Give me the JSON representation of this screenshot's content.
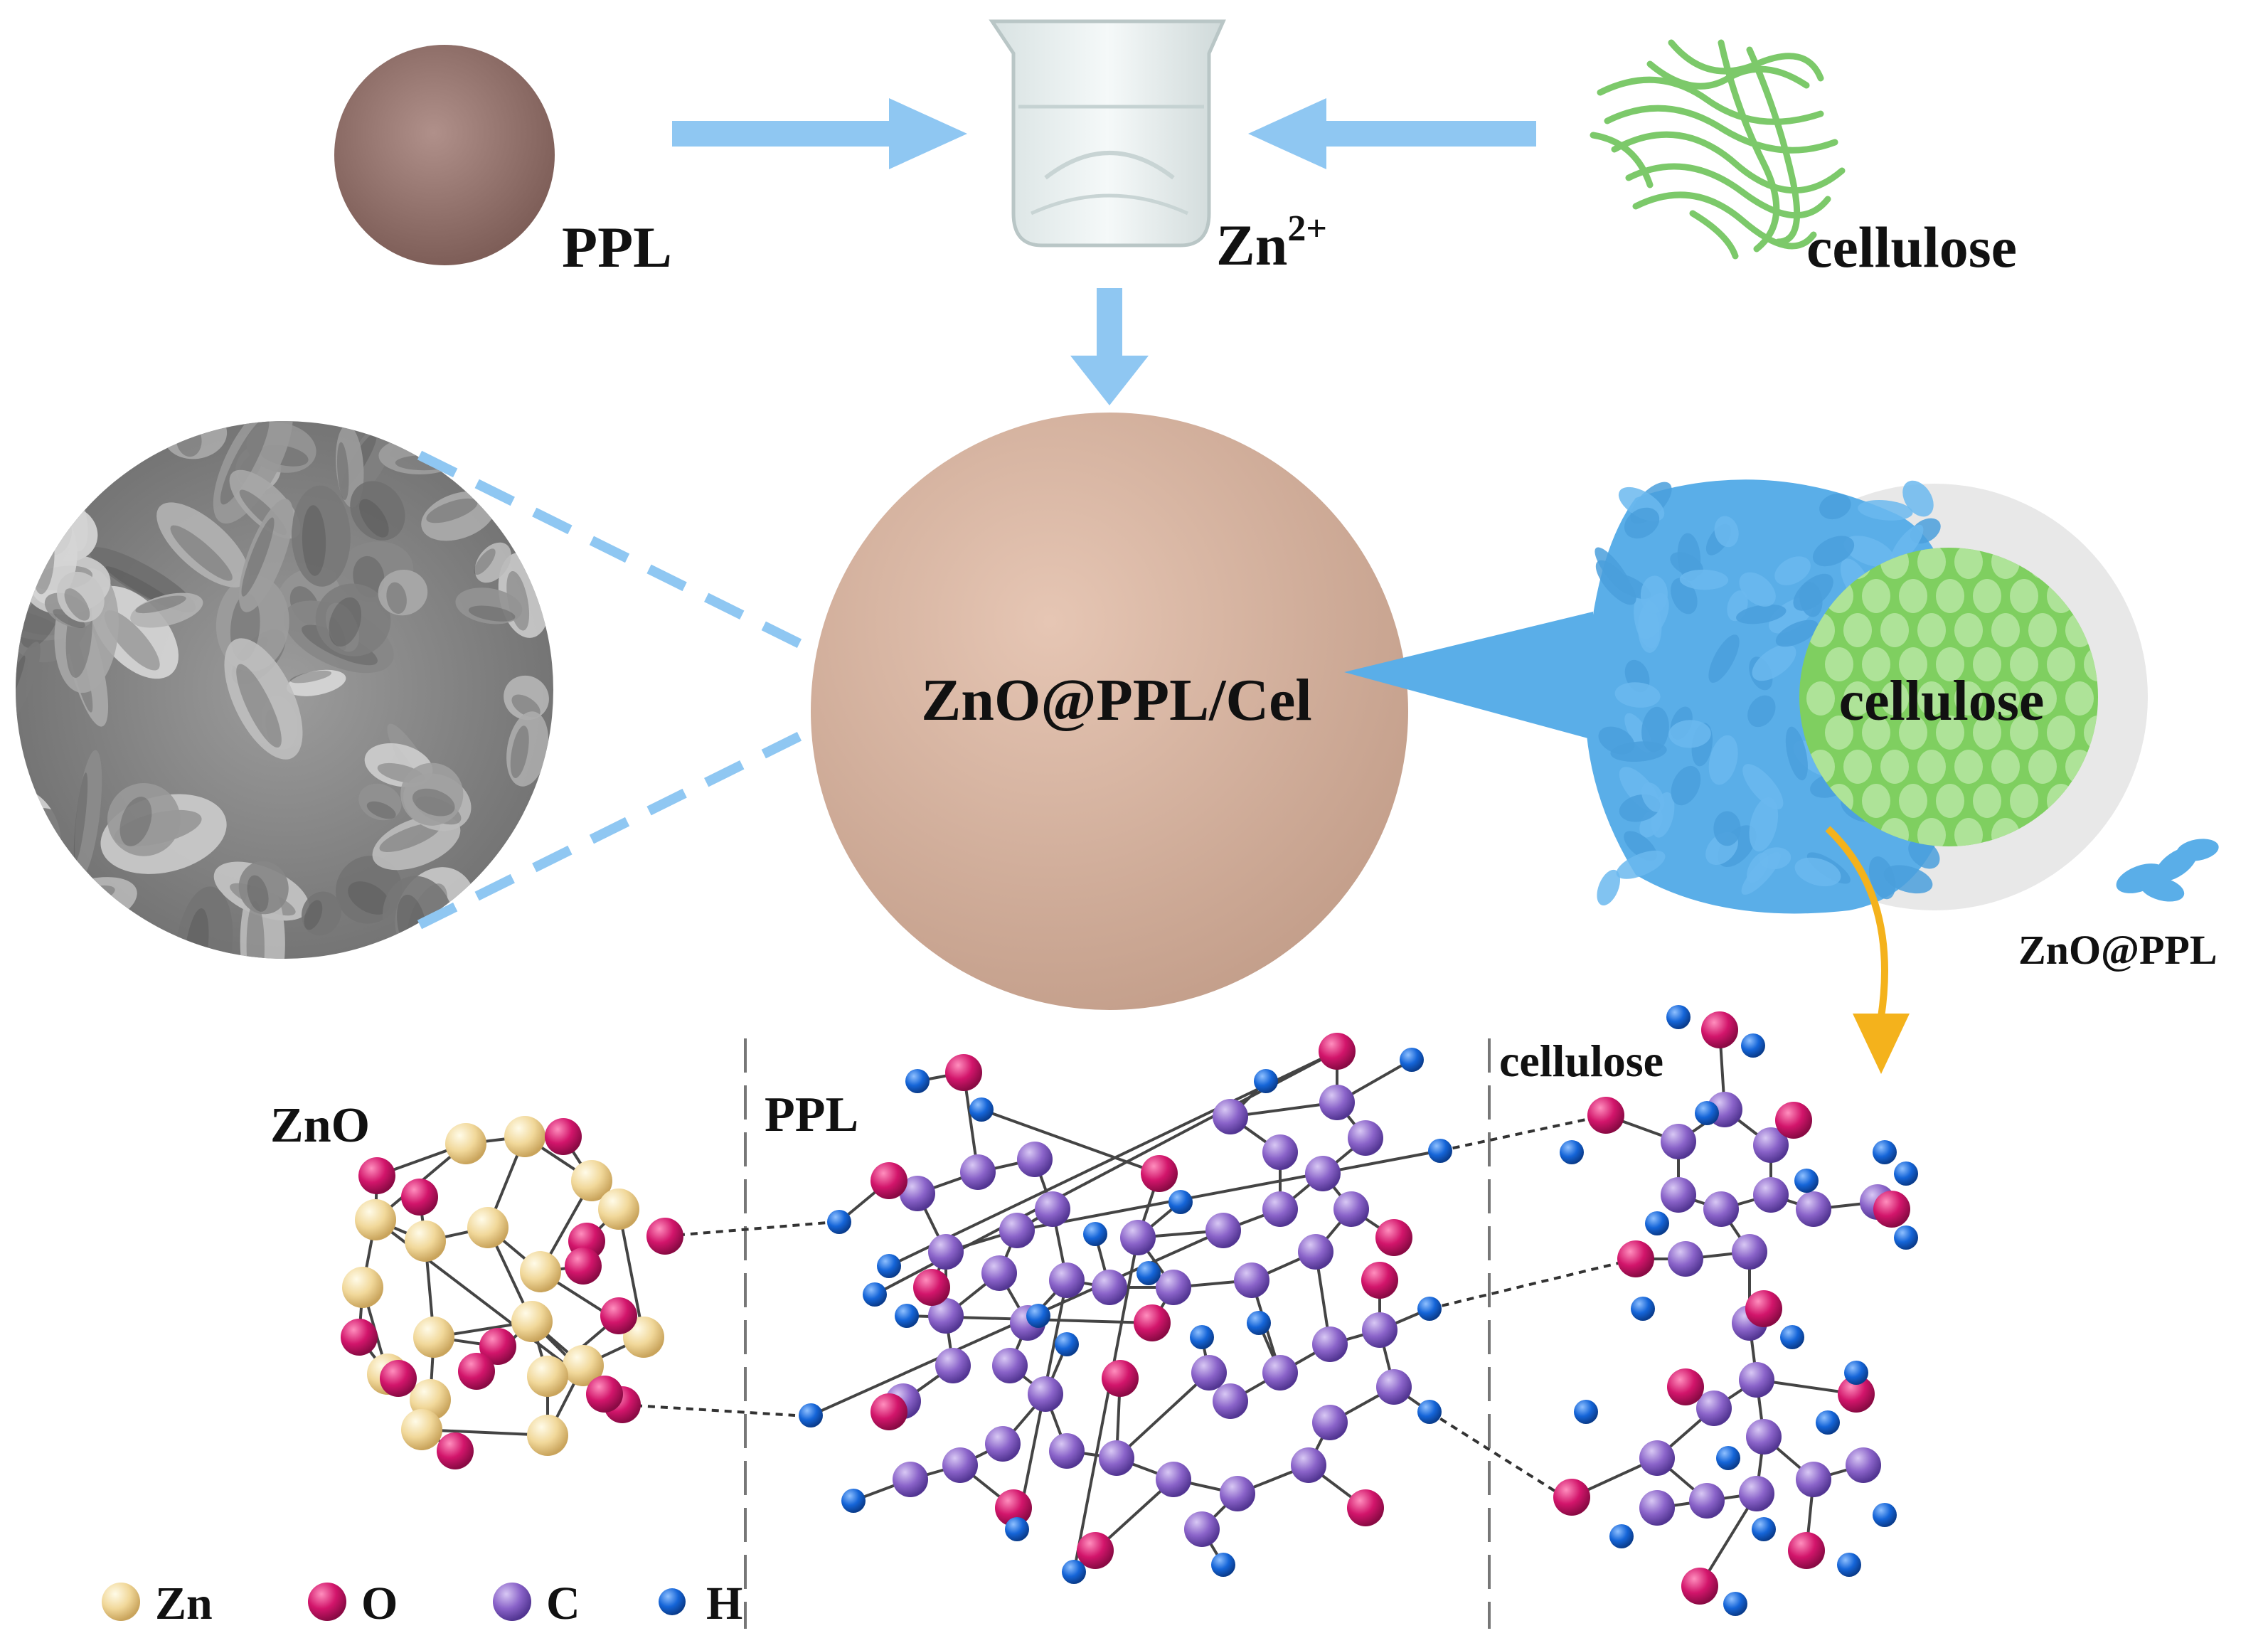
{
  "labels": {
    "ppl": "PPL",
    "zn_ion": "Zn",
    "zn_ion_charge": "2+",
    "cellulose_top": "cellulose",
    "composite": "ZnO@PPL/Cel",
    "cellulose_core": "cellulose",
    "zno_ppl": "ZnO@PPL",
    "zno_panel": "ZnO",
    "ppl_panel": "PPL",
    "cellulose_panel": "cellulose"
  },
  "legend": [
    {
      "symbol": "zn",
      "label": "Zn",
      "color": "#f1d89a"
    },
    {
      "symbol": "o",
      "label": "O",
      "color": "#d2156b"
    },
    {
      "symbol": "c",
      "label": "C",
      "color": "#8a63c9"
    },
    {
      "symbol": "h",
      "label": "H",
      "color": "#1565d8"
    }
  ],
  "colors": {
    "arrow": "#8fc7f2",
    "dashed_link": "#8fc7f2",
    "zno_coating": "#5aaee8",
    "cellulose_green": "#7fcf60",
    "ppl_powder": "#9a7a72",
    "composite_powder": "#d9b7a4",
    "orange_arrow": "#f4b21c",
    "sem_gray": "#8e8e8e"
  },
  "icons": [
    "ppl-powder-icon",
    "beaker-icon",
    "cellulose-fiber-icon",
    "sem-image-icon",
    "composite-particle-icon",
    "zno-flake-icon"
  ]
}
